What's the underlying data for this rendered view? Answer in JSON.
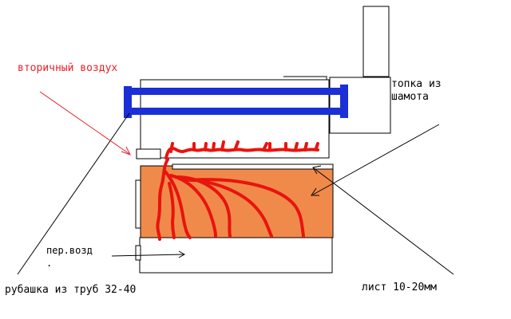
{
  "labels": {
    "secondary_air": "вторичный воздух",
    "firebox": "топка из\nшамота",
    "primary_air": "пер.возд",
    "primary_air_dot": ".",
    "jacket": "рубашка из труб 32-40",
    "sheet": "лист 10-20мм"
  },
  "colors": {
    "label_red": "#e8202a",
    "pipe_blue": "#1a2fd6",
    "flame_red": "#e8140e",
    "fire_zone": "#f08a4b",
    "outline": "#000000",
    "arrow_red": "#e8202a"
  }
}
